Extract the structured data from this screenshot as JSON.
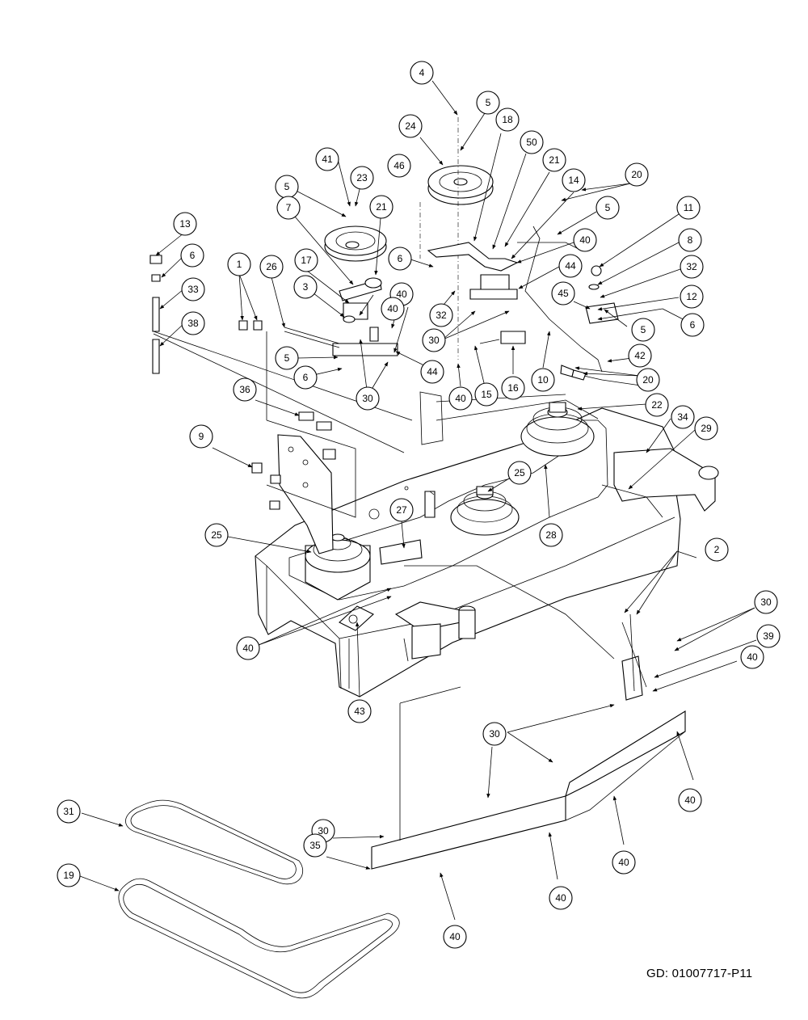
{
  "document_id": "GD: 01007717-P11",
  "callouts": [
    "1",
    "2",
    "3",
    "4",
    "5",
    "6",
    "7",
    "8",
    "9",
    "10",
    "11",
    "12",
    "13",
    "14",
    "15",
    "16",
    "17",
    "18",
    "19",
    "20",
    "21",
    "22",
    "23",
    "24",
    "25",
    "26",
    "27",
    "28",
    "29",
    "30",
    "31",
    "32",
    "33",
    "34",
    "35",
    "36",
    "38",
    "39",
    "40",
    "41",
    "42",
    "43",
    "44",
    "45",
    "46",
    "50"
  ]
}
